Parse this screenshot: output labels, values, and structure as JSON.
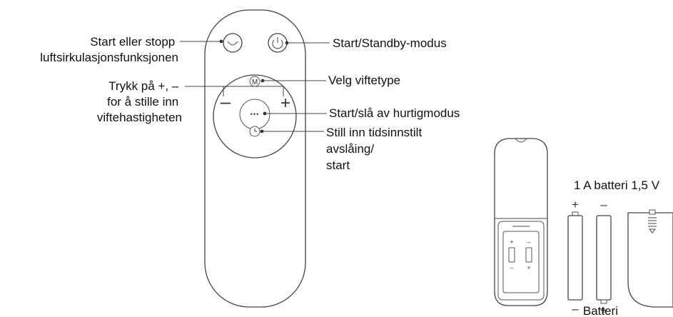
{
  "callouts": {
    "left_power": [
      "Start eller stopp",
      "luftsirkulasjonsfunksjonen"
    ],
    "left_speed": [
      "Trykk på +, –",
      "for å stille inn",
      "viftehastigheten"
    ],
    "right_standby": "Start/Standby-modus",
    "right_fan_type": "Velg viftetype",
    "right_quick": "Start/slå av hurtigmodus",
    "right_timer": [
      "Still inn tidsinnstilt",
      "avslåing/",
      "start"
    ]
  },
  "battery": {
    "heading": "1 A batteri 1,5 V",
    "caption": "Batteri",
    "plus": "+",
    "minus": "–"
  },
  "buttons": {
    "minus": "–",
    "plus": "+",
    "mode": "M",
    "quick": "•••"
  },
  "colors": {
    "line": "#444444",
    "text": "#111111",
    "fill": "#ffffff"
  }
}
